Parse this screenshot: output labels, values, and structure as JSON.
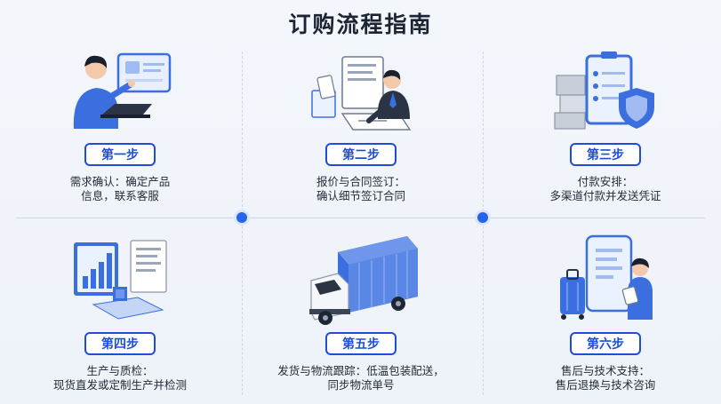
{
  "title": "订购流程指南",
  "steps": [
    {
      "label": "第一步",
      "desc1": "需求确认：确定产品",
      "desc2": "信息，联系客服",
      "icon": "customer-service-icon"
    },
    {
      "label": "第二步",
      "desc1": "报价与合同签订：",
      "desc2": "确认细节签订合同",
      "icon": "contract-signing-icon"
    },
    {
      "label": "第三步",
      "desc1": "付款安排：",
      "desc2": "多渠道付款并发送凭证",
      "icon": "payment-shield-icon"
    },
    {
      "label": "第四步",
      "desc1": "生产与质检：",
      "desc2": "现货直发或定制生产并检测",
      "icon": "production-chart-icon"
    },
    {
      "label": "第五步",
      "desc1": "发货与物流跟踪：低温包装配送，",
      "desc2": "同步物流单号",
      "icon": "delivery-truck-icon"
    },
    {
      "label": "第六步",
      "desc1": "售后与技术支持：",
      "desc2": "售后退换与技术咨询",
      "icon": "after-sales-support-icon"
    }
  ],
  "colors": {
    "accent": "#1d4ed8",
    "dot": "#2563eb"
  }
}
